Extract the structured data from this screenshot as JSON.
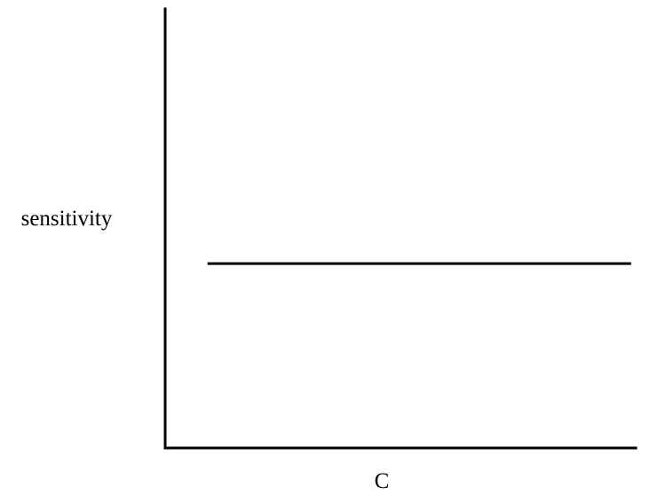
{
  "chart_data": {
    "type": "line",
    "title": "",
    "xlabel": "C",
    "ylabel": "sensitivity",
    "xlim": [
      0,
      1
    ],
    "ylim": [
      0,
      1
    ],
    "grid": false,
    "legend": "none",
    "series": [
      {
        "x": [
          0.09,
          0.99
        ],
        "y": [
          0.42,
          0.42
        ]
      }
    ]
  },
  "colors": {
    "axis": "#000000",
    "series": "#000000",
    "background": "#ffffff"
  }
}
